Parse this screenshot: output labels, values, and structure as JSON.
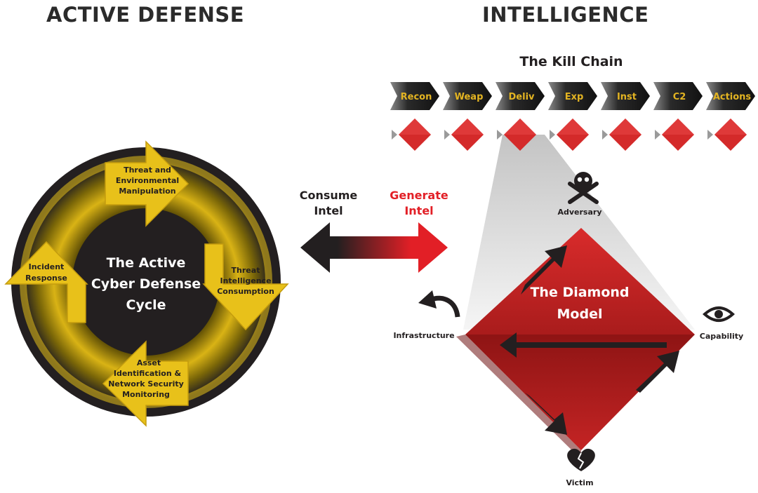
{
  "headers": {
    "left": "ACTIVE DEFENSE",
    "right": "INTELLIGENCE"
  },
  "kill_chain": {
    "title": "The Kill Chain",
    "stages": [
      "Recon",
      "Weap",
      "Deliv",
      "Exp",
      "Inst",
      "C2",
      "Actions"
    ]
  },
  "cycle": {
    "center": [
      "The Active",
      "Cyber Defense",
      "Cycle"
    ],
    "arrows": {
      "top": [
        "Threat and",
        "Environmental",
        "Manipulation"
      ],
      "right": [
        "Threat",
        "Intelligence",
        "Consumption"
      ],
      "bottom": [
        "Asset",
        "Identification &",
        "Network Security",
        "Monitoring"
      ],
      "left": [
        "Incident",
        "Response"
      ]
    }
  },
  "exchange": {
    "consume": [
      "Consume",
      "Intel"
    ],
    "generate": [
      "Generate",
      "Intel"
    ]
  },
  "diamond": {
    "title": [
      "The Diamond",
      "Model"
    ],
    "adversary": "Adversary",
    "infrastructure": "Infrastructure",
    "capability": "Capability",
    "victim": "Victim"
  },
  "colors": {
    "yellow": "#e8c11a",
    "dark": "#231f20",
    "red": "#d42a2a",
    "gold_text": "#e3b422"
  }
}
